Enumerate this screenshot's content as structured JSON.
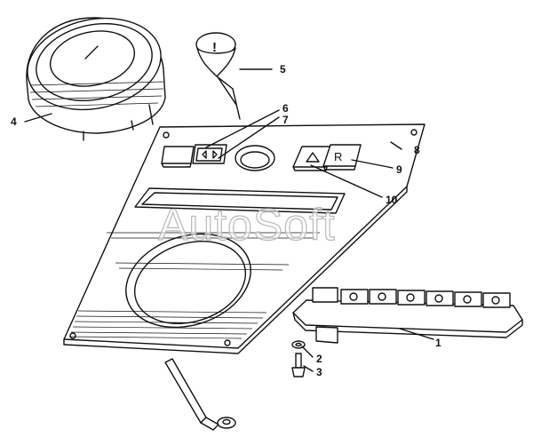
{
  "watermark": "AutoSoft",
  "callouts": [
    {
      "id": "1",
      "label": "1"
    },
    {
      "id": "2",
      "label": "2"
    },
    {
      "id": "3",
      "label": "3"
    },
    {
      "id": "4",
      "label": "4"
    },
    {
      "id": "5",
      "label": "5"
    },
    {
      "id": "6",
      "label": "6"
    },
    {
      "id": "7",
      "label": "7"
    },
    {
      "id": "8",
      "label": "8"
    },
    {
      "id": "9",
      "label": "9"
    },
    {
      "id": "10",
      "label": "10"
    }
  ],
  "symbols": {
    "knob_mark": "!",
    "switch_letter": "R"
  }
}
